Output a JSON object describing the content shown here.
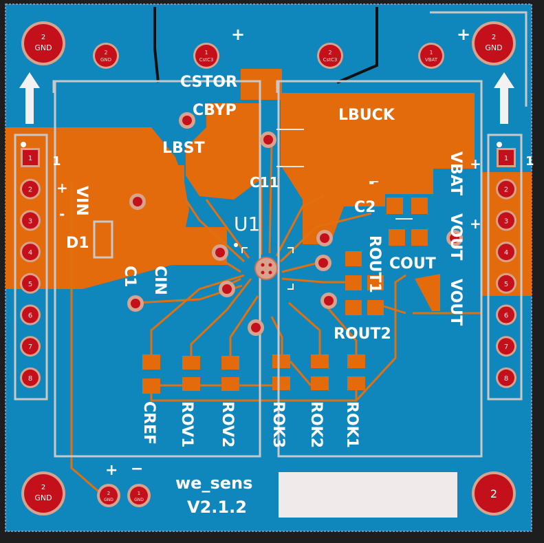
{
  "colors": {
    "background": "#1e1e1e",
    "board": "#0f87bd",
    "copper": "#e36b0c",
    "pad": "#c4101a",
    "pad_ring": "#d9a28c",
    "silk": "#d6d6d6",
    "trace": "#e07010",
    "black_trace": "#101010"
  },
  "board": {
    "title": "we_sens",
    "version": "V2.1.2"
  },
  "mounting_holes": [
    {
      "number": "2",
      "net": "GND"
    },
    {
      "number": "2",
      "net": "GND"
    },
    {
      "number": "2",
      "net": "GND"
    },
    {
      "number": "2",
      "net": ""
    }
  ],
  "top_pads": [
    {
      "number": "2",
      "net": "GND"
    },
    {
      "number": "1",
      "net": "CstC3"
    },
    {
      "number": "2",
      "net": "CstC3"
    },
    {
      "number": "1",
      "net": "VBAT"
    }
  ],
  "bottom_pads": [
    {
      "number": "2",
      "net": "GND"
    },
    {
      "number": "1",
      "net": "GND"
    }
  ],
  "header_left": {
    "pin1_marker": "1",
    "pins": [
      "1",
      "2",
      "3",
      "4",
      "5",
      "6",
      "7",
      "8"
    ]
  },
  "header_right": {
    "pin1_marker": "1",
    "pins": [
      "1",
      "2",
      "3",
      "4",
      "5",
      "6",
      "7",
      "8"
    ]
  },
  "silk_labels": {
    "cstor": "CSTOR",
    "cbyp": "CBYP",
    "lbst": "LBST",
    "lbuck": "LBUCK",
    "c11": "C11",
    "c2": "C2",
    "u1": "U1",
    "vin": "VIN",
    "d1": "D1",
    "c1": "C1",
    "cin": "CIN",
    "rout1": "ROUT1",
    "rout2": "ROUT2",
    "cout": "COUT",
    "vbat": "VBAT",
    "vout_a": "VOUT",
    "vout_b": "VOUT",
    "cref": "CREF",
    "rov1": "ROV1",
    "rov2": "ROV2",
    "rok3": "ROK3",
    "rok2": "ROK2",
    "rok1": "ROK1"
  },
  "polarity": {
    "plus": "+",
    "minus": "−",
    "minus_plain": "-"
  }
}
